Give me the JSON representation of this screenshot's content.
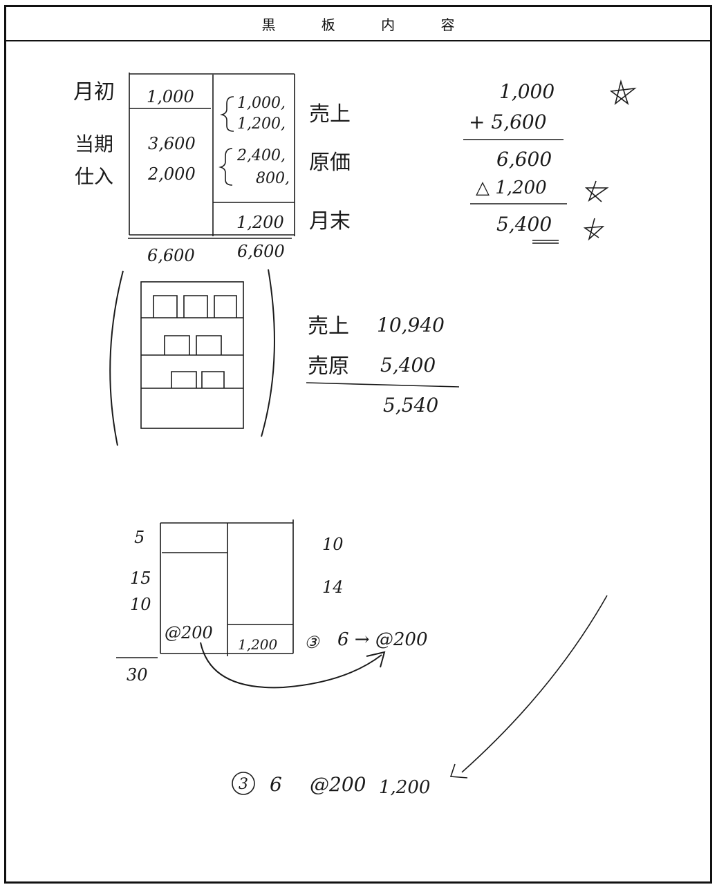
{
  "header": {
    "title": "黒 板 内 容"
  },
  "t_account_1": {
    "labels": {
      "opening": "月初",
      "purchases_line1": "当期",
      "purchases_line2": "仕入",
      "sales": "売上",
      "cost": "原価",
      "closing": "月末"
    },
    "left_values": [
      "1,000",
      "3,600",
      "2,000"
    ],
    "right_values": [
      "1,000,",
      "1,200,",
      "2,400,",
      "800,",
      "1,200"
    ],
    "totals": [
      "6,600",
      "6,600"
    ]
  },
  "calculation": {
    "lines": [
      "1,000",
      "+ 5,600",
      "6,600",
      "△ 1,200",
      "5,400"
    ]
  },
  "income": {
    "sales_label": "売上",
    "sales_value": "10,940",
    "cost_label": "売原",
    "cost_value": "5,400",
    "result": "5,540"
  },
  "t_account_2": {
    "left_qty": [
      "5",
      "15",
      "10"
    ],
    "left_total": "30",
    "right_qty": [
      "10",
      "14"
    ],
    "unit_price_left": "@200",
    "right_closing": "1,200",
    "arrow_result": "6 → @200",
    "circled_mark": "③"
  },
  "bottom_line": {
    "circled": "3",
    "qty": "6",
    "unit_price": "@200",
    "amount": "1,200"
  },
  "colors": {
    "ink": "#1a1a1a",
    "border": "#111111",
    "paper": "#ffffff"
  }
}
